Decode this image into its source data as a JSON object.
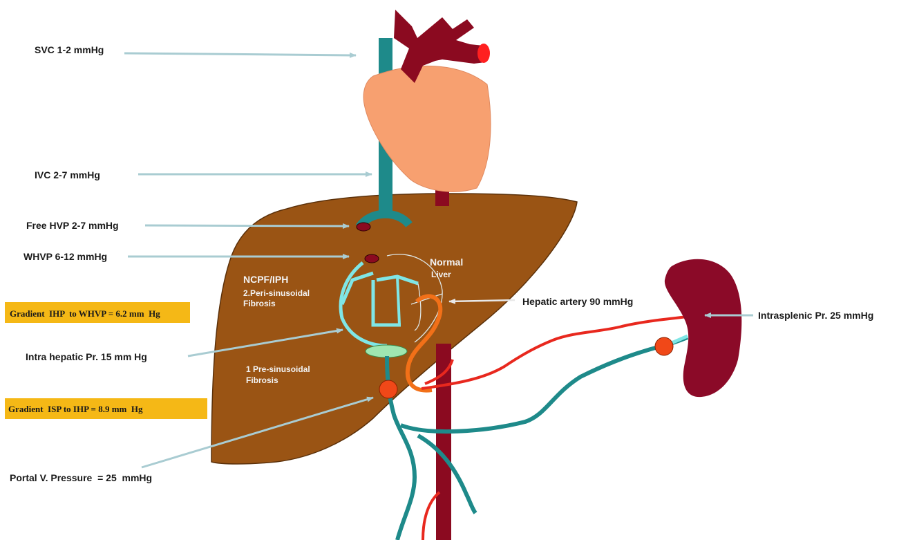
{
  "labels": {
    "svc": "SVC 1-2 mmHg",
    "ivc": "IVC 2-7 mmHg",
    "free_hvp": "Free HVP 2-7 mmHg",
    "whvp": "WHVP 6-12 mmHg",
    "gradient_ihp_whvp": "Gradient  IHP  to WHVP = 6.2 mm  Hg",
    "intra_hepatic": "Intra hepatic Pr. 15 mm Hg",
    "gradient_isp_ihp": "Gradient  ISP to IHP = 8.9 mm  Hg",
    "portal_v": "Portal V. Pressure  = 25  mmHg",
    "hepatic_artery": "Hepatic artery 90 mmHg",
    "intrasplenic": "Intrasplenic Pr. 25 mmHg"
  },
  "liver_labels": {
    "ncpf": "NCPF/IPH",
    "peri_1": "2.Peri-sinusoidal",
    "peri_2": "Fibrosis",
    "normal_1": "Normal",
    "normal_2": "Liver",
    "pre_1": "1 Pre-sinusoidal",
    "pre_2": "Fibrosis"
  },
  "colors": {
    "liver": "#9a5414",
    "heart": "#f7a070",
    "aorta": "#8b0a20",
    "vein": "#1e8a8a",
    "sinusoid": "#7fe6e6",
    "artery": "#e8281e",
    "hepatic_artery": "#f27018",
    "spleen": "#8b0a28",
    "gradient_box": "#f5b816",
    "arrow": "#a9ccd2"
  }
}
